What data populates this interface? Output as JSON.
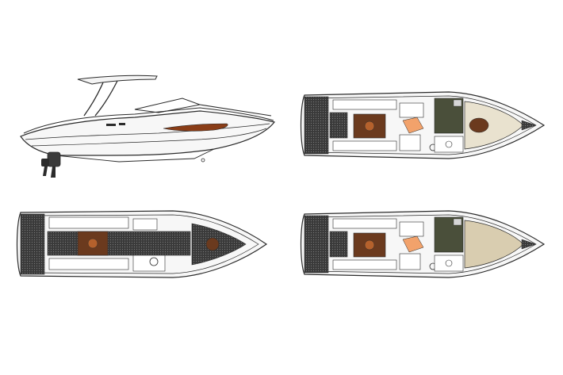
{
  "sheet": {
    "background": "#ffffff",
    "drawings": [
      {
        "id": "profile",
        "view": "side-profile"
      },
      {
        "id": "plan-cabin",
        "view": "top-plan-cabin-open"
      },
      {
        "id": "plan-cockpit",
        "view": "top-plan-cockpit"
      },
      {
        "id": "plan-cabin-alt",
        "view": "top-plan-cabin-open-alt"
      }
    ]
  },
  "colors": {
    "line": "#2b2b2b",
    "hull": "#f7f7f7",
    "deck_mat": "#3a3a3a",
    "mat_dots": "#7a7a7a",
    "table": "#6b3a1e",
    "table_light": "#b5612c",
    "cushion": "#f2a26b",
    "galley": "#4a4f3a",
    "cabin_floor": "#e9e2cf",
    "cabin_floor_alt": "#d9cdb0",
    "hull_stripe": "#8a3d17"
  }
}
